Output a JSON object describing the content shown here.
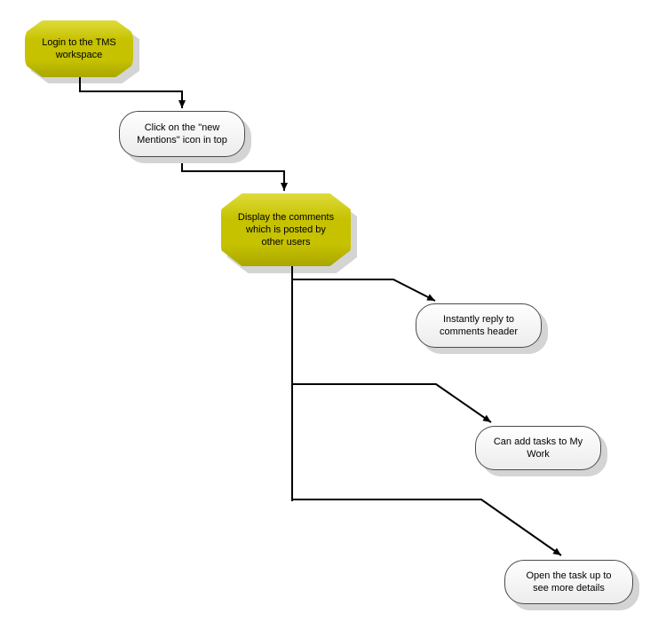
{
  "diagram": {
    "nodes": [
      {
        "id": "login",
        "label": "Login to the TMS workspace",
        "shape": "octagon",
        "color": "#c8c400"
      },
      {
        "id": "click",
        "label": "Click on the \"new Mentions\" icon in top",
        "shape": "rounded",
        "color": "#f4f4f4"
      },
      {
        "id": "display",
        "label": "Display the comments which is posted by other users",
        "shape": "octagon",
        "color": "#c8c400"
      },
      {
        "id": "reply",
        "label": "Instantly reply to comments header",
        "shape": "rounded",
        "color": "#f4f4f4"
      },
      {
        "id": "addtasks",
        "label": "Can add tasks to My Work",
        "shape": "rounded",
        "color": "#f4f4f4"
      },
      {
        "id": "opentask",
        "label": "Open the task up to see more details",
        "shape": "rounded",
        "color": "#f4f4f4"
      }
    ],
    "edges": [
      {
        "from": "login",
        "to": "click"
      },
      {
        "from": "click",
        "to": "display"
      },
      {
        "from": "display",
        "to": "reply"
      },
      {
        "from": "display",
        "to": "addtasks"
      },
      {
        "from": "display",
        "to": "opentask"
      }
    ]
  }
}
